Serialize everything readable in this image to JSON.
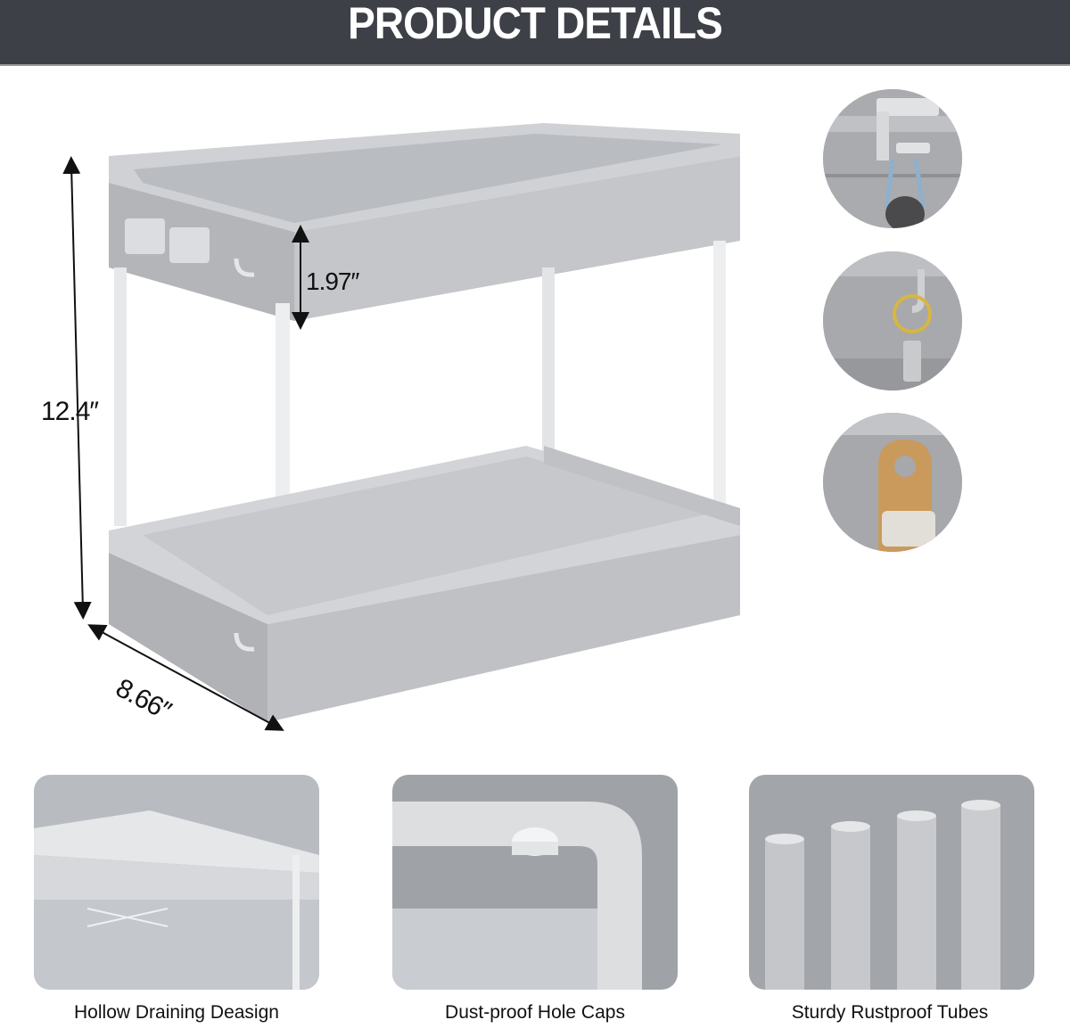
{
  "header": {
    "title": "PRODUCT DETAILS",
    "background_color": "#3d4047",
    "text_color": "#ffffff"
  },
  "main_product": {
    "description": "two-tier grey under-sink organizer rack with hooks",
    "dimensions": {
      "height": "12.4″",
      "tray_depth": "1.97″",
      "width": "8.66″"
    }
  },
  "detail_circles": [
    {
      "subject": "hanging clip with bag"
    },
    {
      "subject": "hook with key ring"
    },
    {
      "subject": "hook with wooden brush"
    }
  ],
  "feature_cards": [
    {
      "caption": "Hollow Draining Deasign"
    },
    {
      "caption": "Dust-proof Hole Caps"
    },
    {
      "caption": "Sturdy Rustproof Tubes"
    }
  ]
}
